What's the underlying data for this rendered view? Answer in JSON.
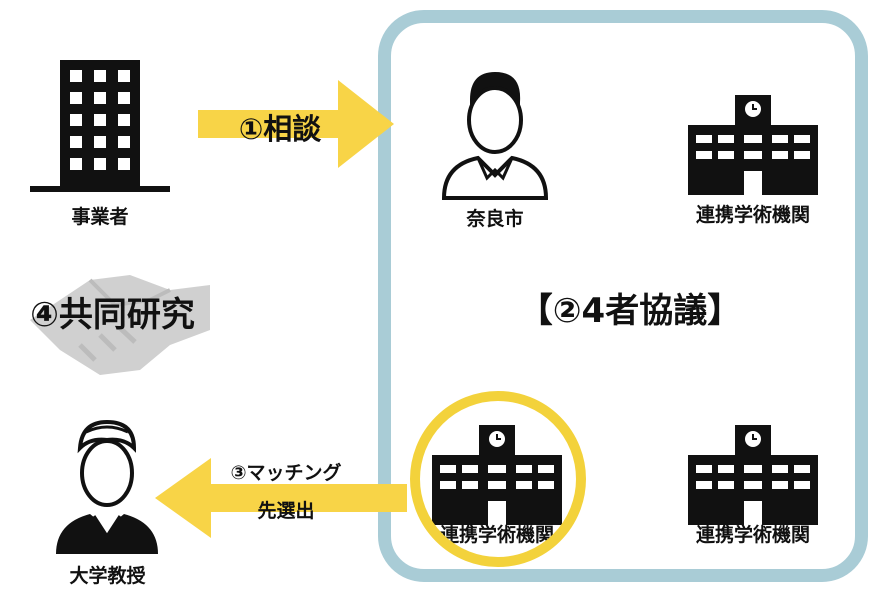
{
  "arrows": {
    "consult": "①相談",
    "matching_line1": "③マッチング",
    "matching_line2": "先選出"
  },
  "actors": {
    "business": "事業者",
    "city": "奈良市",
    "partner_top": "連携学術機関",
    "partner_bottom_left": "連携学術機関",
    "partner_bottom_right": "連携学術機関",
    "professor": "大学教授"
  },
  "titles": {
    "joint_research": "④共同研究",
    "four_party": "【②4者協議】"
  },
  "colors": {
    "arrow_yellow": "#f8d447",
    "panel_blue": "#a9ccd6",
    "highlight_ring": "#f3d23b",
    "handshake_gray": "#d0d0d0"
  }
}
